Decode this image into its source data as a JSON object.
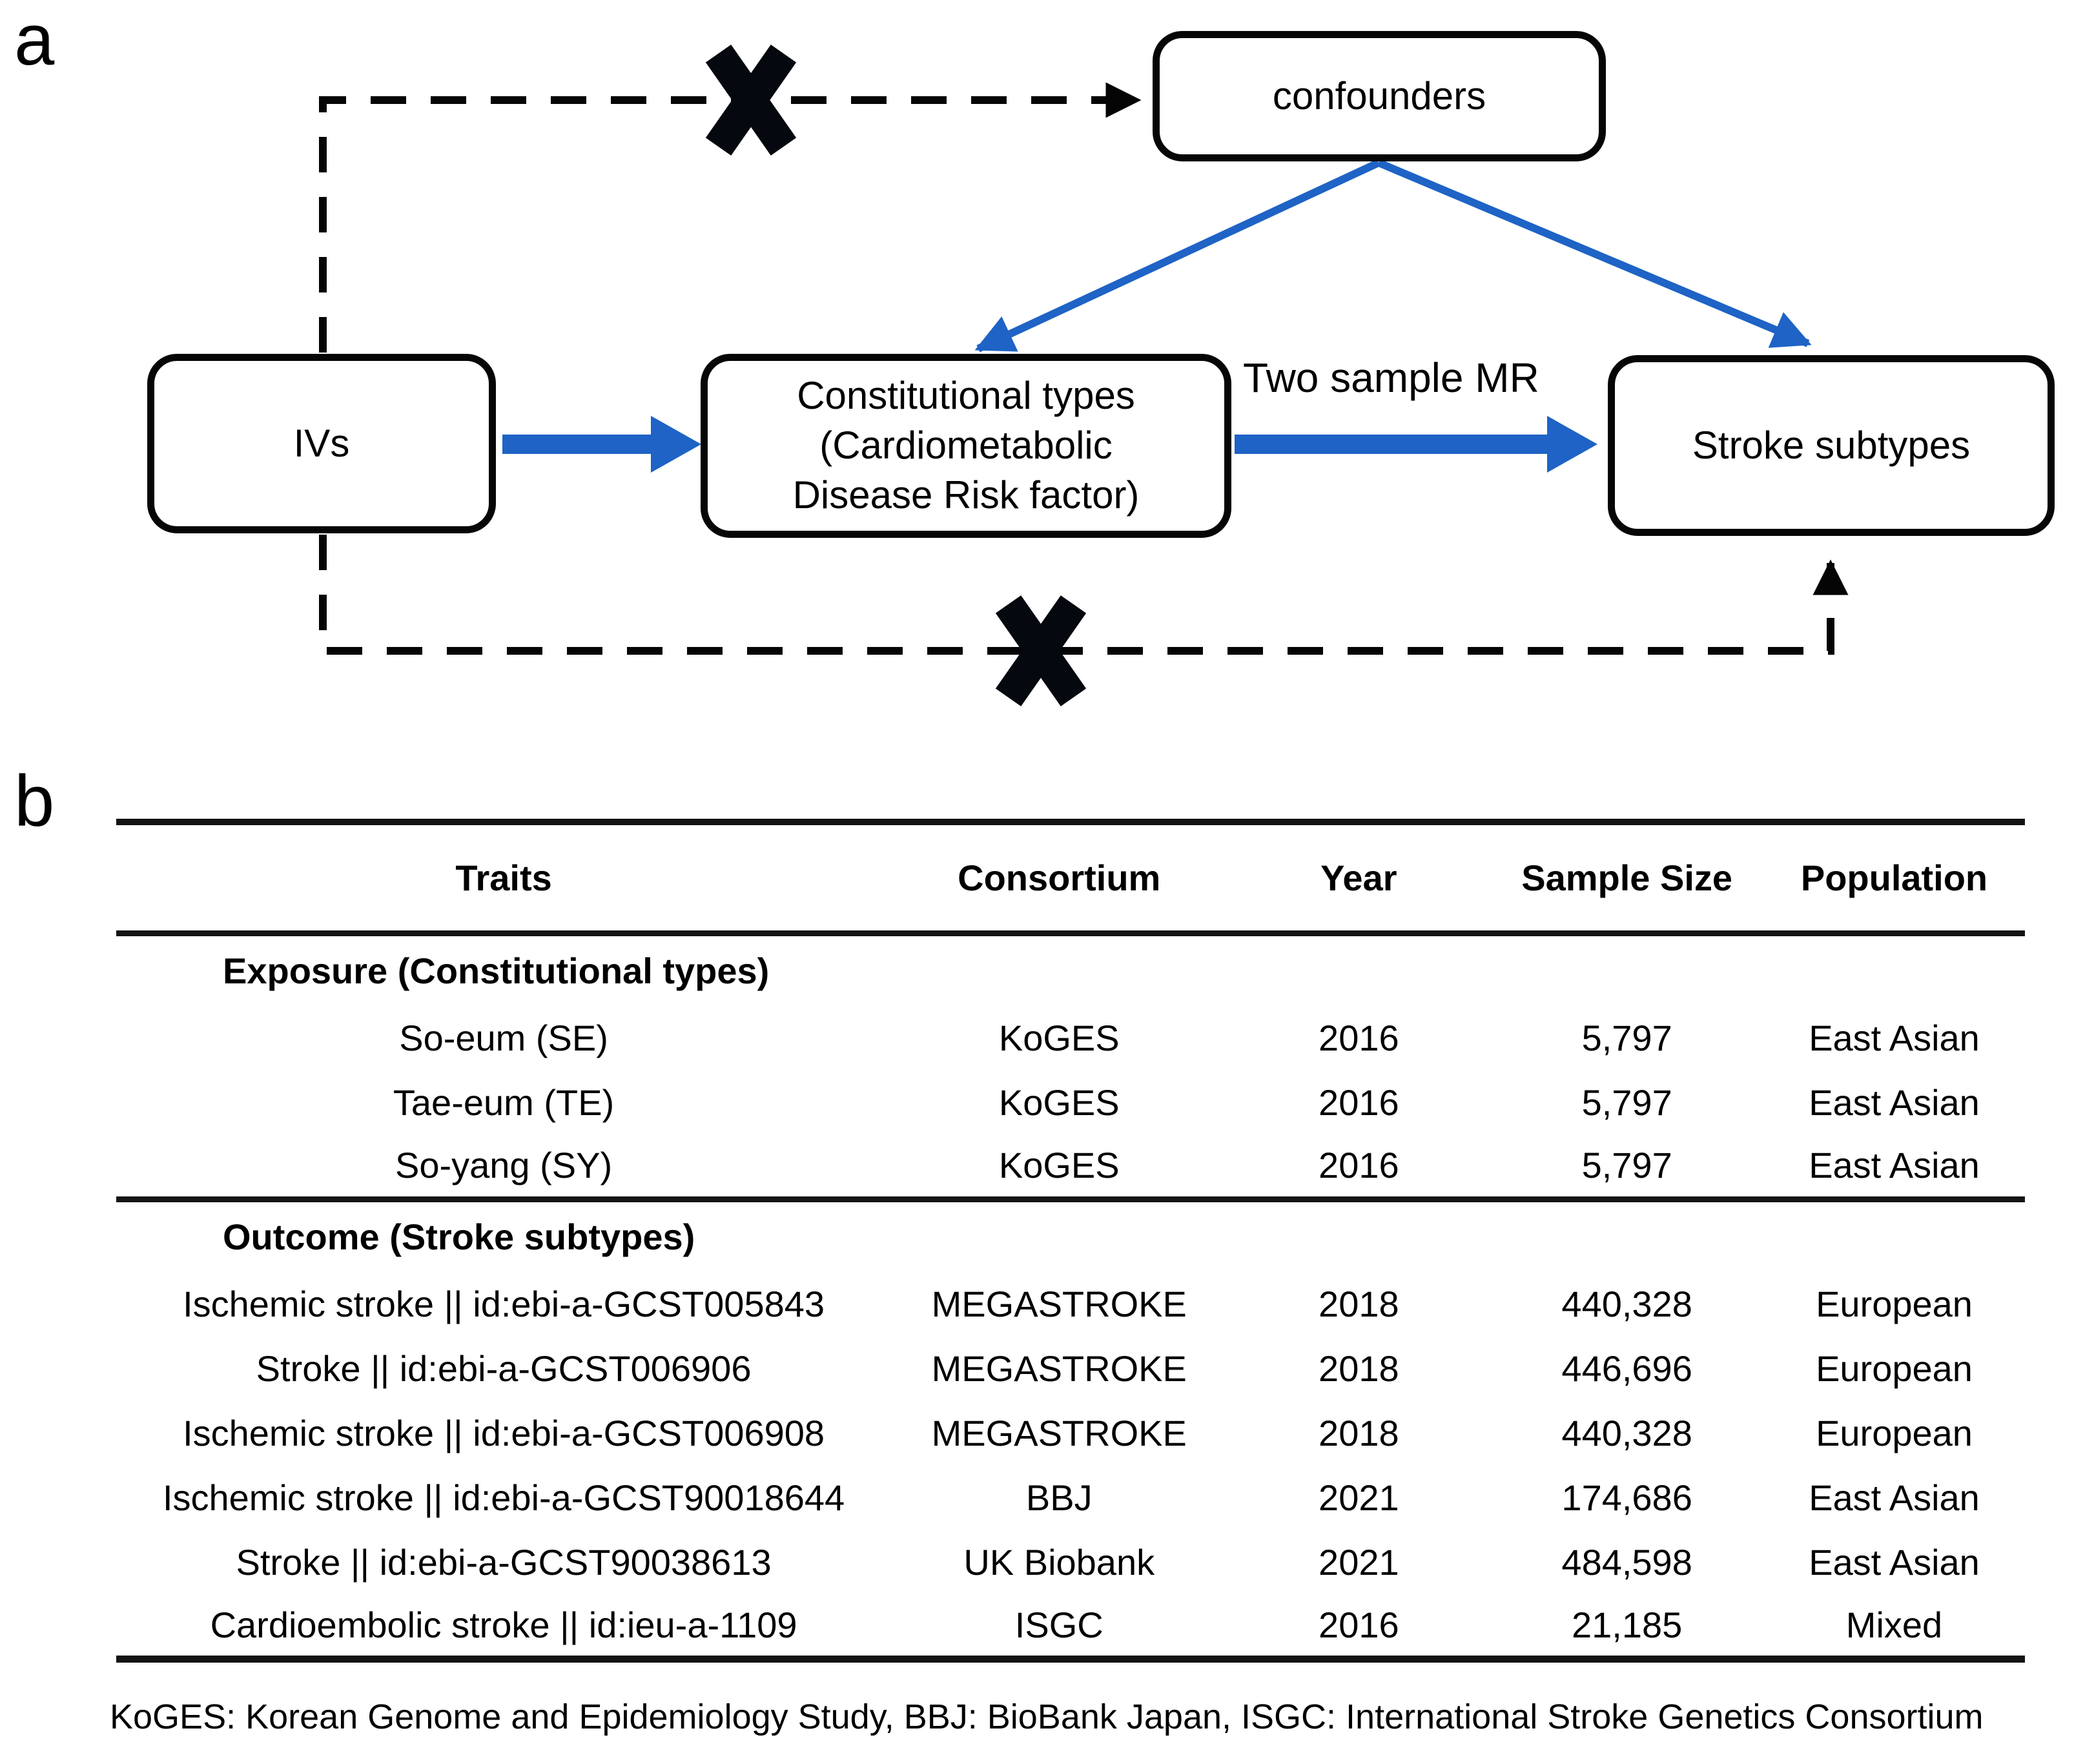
{
  "panels": {
    "a_label": "a",
    "b_label": "b"
  },
  "diagram": {
    "iv_node": "IVs",
    "confounders_node": "confounders",
    "exposure_node_lines": [
      "Constitutional types",
      "(Cardiometabolic",
      "Disease Risk factor)"
    ],
    "outcome_node": "Stroke subtypes",
    "method_label": "Two sample MR",
    "icons": {
      "blocked_path": "heavy-x-cross",
      "causal_path": "triangle-arrowhead"
    },
    "colors": {
      "causal_arrow_blue": "#1e63c5",
      "line_black": "#050505"
    }
  },
  "table": {
    "columns": [
      "Traits",
      "Consortium",
      "Year",
      "Sample Size",
      "Population"
    ],
    "sections": [
      {
        "header": "Exposure (Constitutional types)",
        "rows": [
          [
            "So-eum (SE)",
            "KoGES",
            "2016",
            "5,797",
            "East Asian"
          ],
          [
            "Tae-eum (TE)",
            "KoGES",
            "2016",
            "5,797",
            "East Asian"
          ],
          [
            "So-yang (SY)",
            "KoGES",
            "2016",
            "5,797",
            "East Asian"
          ]
        ]
      },
      {
        "header": "Outcome (Stroke subtypes)",
        "rows": [
          [
            "Ischemic stroke || id:ebi-a-GCST005843",
            "MEGASTROKE",
            "2018",
            "440,328",
            "European"
          ],
          [
            "Stroke || id:ebi-a-GCST006906",
            "MEGASTROKE",
            "2018",
            "446,696",
            "European"
          ],
          [
            "Ischemic stroke || id:ebi-a-GCST006908",
            "MEGASTROKE",
            "2018",
            "440,328",
            "European"
          ],
          [
            "Ischemic stroke || id:ebi-a-GCST90018644",
            "BBJ",
            "2021",
            "174,686",
            "East Asian"
          ],
          [
            "Stroke || id:ebi-a-GCST90038613",
            "UK Biobank",
            "2021",
            "484,598",
            "East Asian"
          ],
          [
            "Cardioembolic stroke || id:ieu-a-1109",
            "ISGC",
            "2016",
            "21,185",
            "Mixed"
          ]
        ]
      }
    ],
    "footnote": "KoGES: Korean Genome and Epidemiology Study, BBJ: BioBank Japan, ISGC: International Stroke Genetics Consortium"
  }
}
